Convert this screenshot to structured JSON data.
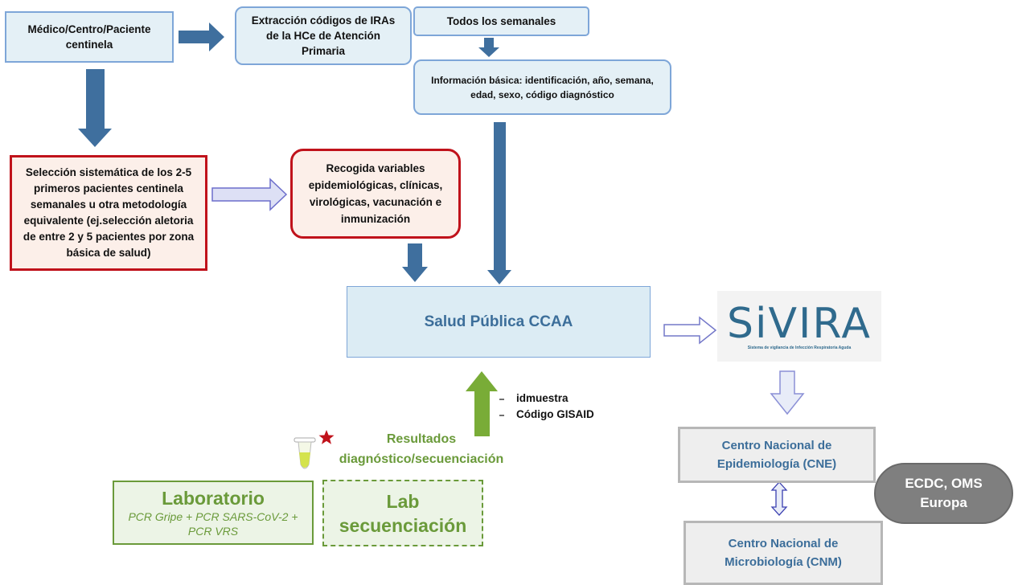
{
  "nodes": {
    "medico": "Médico/Centro/Paciente centinela",
    "extraccion": "Extracción códigos de IRAs de la HCe de Atención Primaria",
    "todos": "Todos los semanales",
    "info": "Información básica: identificación, año, semana, edad, sexo, código diagnóstico",
    "seleccion": "Selección sistemática de los 2-5 primeros pacientes centinela semanales u otra metodología equivalente (ej.selección aletoria de entre 2 y 5 pacientes por zona básica de salud)",
    "recogida": "Recogida variables epidemiológicas, clínicas, virológicas, vacunación e inmunización",
    "salud": "Salud Pública CCAA",
    "sivira_logo": "SiVIRA",
    "sivira_sub": "Sistema de vigilancia de Infección Respiratoria Aguda",
    "bullet1": "idmuestra",
    "bullet2": "Código GISAID",
    "resultados": "Resultados diagnóstico/secuenciación",
    "laboratorio_title": "Laboratorio",
    "laboratorio_sub": "PCR Gripe + PCR SARS-CoV-2 + PCR VRS",
    "lab_sec": "Lab secuenciación",
    "cne": "Centro Nacional de Epidemiología (CNE)",
    "cnm": "Centro Nacional de Microbiología (CNM)",
    "ecdc": "ECDC, OMS Europa"
  },
  "colors": {
    "arrow_blue": "#3f6f9e",
    "green": "#6a9a3a",
    "red_border": "#c0121b",
    "light_arrow": "#dde0f5"
  }
}
